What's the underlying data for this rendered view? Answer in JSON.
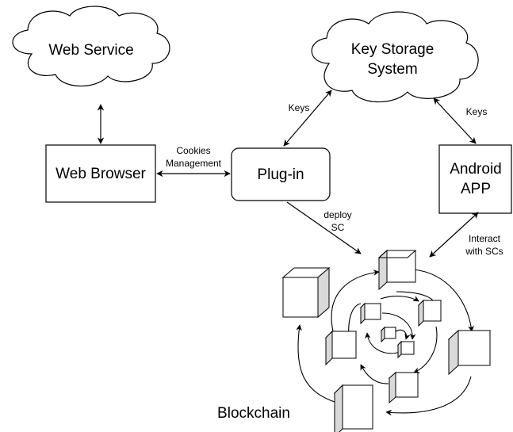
{
  "nodes": {
    "web_service": "Web Service",
    "key_storage_line1": "Key Storage",
    "key_storage_line2": "System",
    "web_browser": "Web Browser",
    "plugin": "Plug-in",
    "android_line1": "Android",
    "android_line2": "APP",
    "blockchain": "Blockchain"
  },
  "edges": {
    "cookies_line1": "Cookies",
    "cookies_line2": "Management",
    "keys_left": "Keys",
    "keys_right": "Keys",
    "deploy_line1": "deploy",
    "deploy_line2": "SC",
    "interact_line1": "Interact",
    "interact_line2": "with SCs"
  },
  "colors": {
    "stroke": "#000000",
    "fill": "#ffffff",
    "cube_side": "#d9d9d9"
  }
}
